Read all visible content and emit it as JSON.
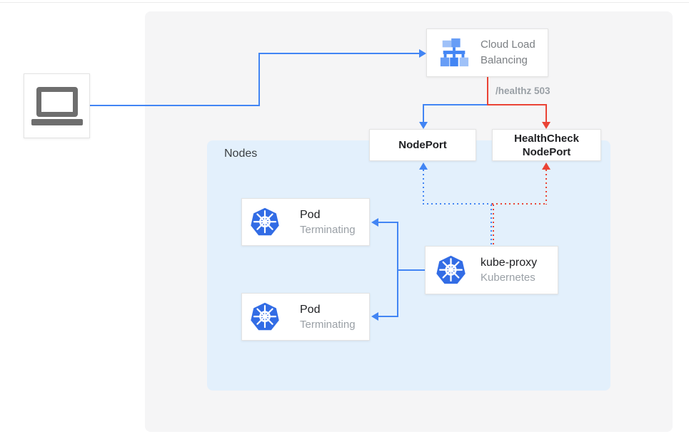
{
  "diagram": {
    "title_hint": "Kubernetes external load balancer health-check diagram",
    "nodes_group_label": "Nodes",
    "load_balancer": {
      "label": "Cloud Load Balancing"
    },
    "health_check_path_label": "/healthz 503",
    "node_port": {
      "label": "NodePort"
    },
    "health_check_node_port": {
      "label": "HealthCheck NodePort"
    },
    "pods": [
      {
        "title": "Pod",
        "subtitle": "Terminating"
      },
      {
        "title": "Pod",
        "subtitle": "Terminating"
      }
    ],
    "kube_proxy": {
      "title": "kube-proxy",
      "subtitle": "Kubernetes"
    }
  },
  "colors": {
    "traffic_blue": "#4285f4",
    "health_check_red": "#ea4335",
    "nodes_area_bg": "#e3f0fc",
    "panel_bg": "#f5f5f6",
    "kubernetes_icon_blue": "#326ce5",
    "laptop_icon_gray": "#6e6e6e",
    "muted_text": "#9aa0a6",
    "dark_text": "#202124"
  }
}
